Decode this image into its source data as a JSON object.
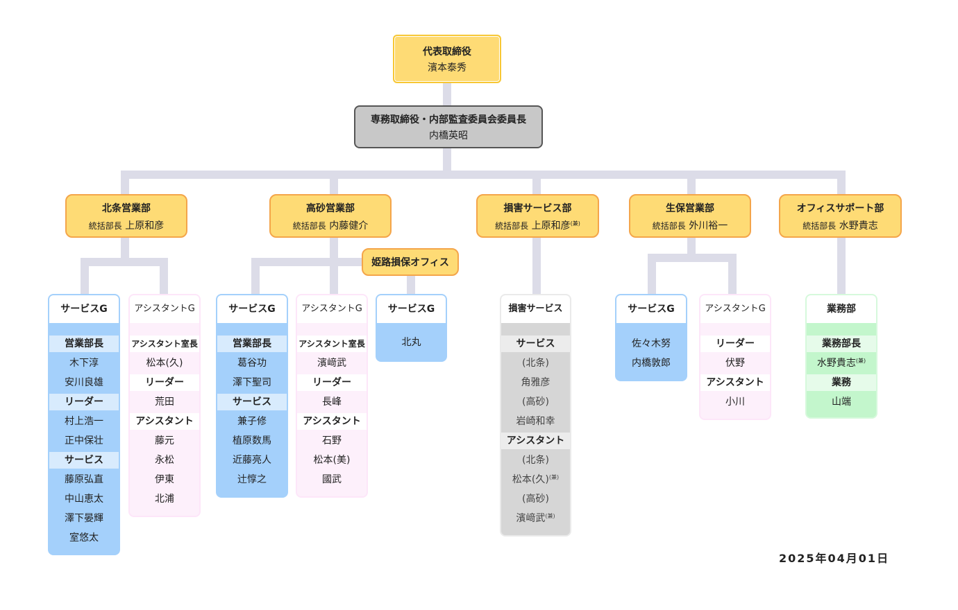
{
  "ceo": {
    "title": "代表取締役",
    "name": "濱本泰秀"
  },
  "executive": {
    "title": "専務取締役・内部監査委員会委員長",
    "name": "内橋英昭"
  },
  "departments": [
    {
      "name": "北条営業部",
      "role": "統括部長",
      "head": "上原和彦",
      "note": ""
    },
    {
      "name": "高砂営業部",
      "role": "統括部長",
      "head": "内藤健介",
      "note": ""
    },
    {
      "name": "損害サービス部",
      "role": "統括部長",
      "head": "上原和彦",
      "note": "兼"
    },
    {
      "name": "生保営業部",
      "role": "統括部長",
      "head": "外川裕一",
      "note": ""
    },
    {
      "name": "オフィスサポート部",
      "role": "統括部長",
      "head": "水野貴志",
      "note": ""
    }
  ],
  "office": "姫路損保オフィス",
  "groups": {
    "hojo_service": {
      "title": "サービスG",
      "sections": [
        {
          "label": "営業部長",
          "members": [
            "木下淳",
            "安川良雄"
          ]
        },
        {
          "label": "リーダー",
          "members": [
            "村上浩一",
            "正中保壮"
          ]
        },
        {
          "label": "サービス",
          "members": [
            "藤原弘直",
            "中山恵太",
            "澤下晏輝",
            "室悠太"
          ]
        }
      ]
    },
    "hojo_assist": {
      "title": "アシスタントG",
      "sections": [
        {
          "label": "アシスタント室長",
          "members": [
            "松本(久)"
          ]
        },
        {
          "label": "リーダー",
          "members": [
            "荒田"
          ]
        },
        {
          "label": "アシスタント",
          "members": [
            "藤元",
            "永松",
            "伊東",
            "北浦"
          ]
        }
      ]
    },
    "taka_service": {
      "title": "サービスG",
      "sections": [
        {
          "label": "営業部長",
          "members": [
            "葛谷功",
            "澤下聖司"
          ]
        },
        {
          "label": "サービス",
          "members": [
            "兼子修",
            "植原数馬",
            "近藤亮人",
            "辻惇之"
          ]
        }
      ]
    },
    "taka_assist": {
      "title": "アシスタントG",
      "sections": [
        {
          "label": "アシスタント室長",
          "members": [
            "濱﨑武"
          ]
        },
        {
          "label": "リーダー",
          "members": [
            "長峰"
          ]
        },
        {
          "label": "アシスタント",
          "members": [
            "石野",
            "松本(美)",
            "國武"
          ]
        }
      ]
    },
    "himeji_service": {
      "title": "サービスG",
      "members": [
        "北丸"
      ]
    },
    "songai": {
      "title": "損害サービス",
      "sections": [
        {
          "label": "サービス",
          "members": [
            "(北条)",
            "角雅彦",
            "(高砂)",
            "岩崎和幸"
          ]
        },
        {
          "label": "アシスタント",
          "members": [
            "(北条)",
            "松本(久)",
            "(高砂)",
            "濱﨑武"
          ]
        }
      ],
      "concurrent_mark": "兼"
    },
    "seiho_service": {
      "title": "サービスG",
      "members": [
        "佐々木努",
        "内橋敦郎"
      ]
    },
    "seiho_assist": {
      "title": "アシスタントG",
      "sections": [
        {
          "label": "リーダー",
          "members": [
            "伏野"
          ]
        },
        {
          "label": "アシスタント",
          "members": [
            "小川"
          ]
        }
      ]
    },
    "office_support": {
      "title": "業務部",
      "sections": [
        {
          "label": "業務部長",
          "members": [
            "水野貴志"
          ]
        },
        {
          "label": "業務",
          "members": [
            "山端"
          ]
        }
      ],
      "concurrent_mark": "兼"
    }
  },
  "date": "2025年04月01日",
  "colors": {
    "ceo": "#fedb75",
    "executive": "#c8c8c8",
    "department": "#fedb75",
    "service": "#a4d0fb",
    "assistant": "#fdf0fb",
    "songai": "#d6d6d6",
    "office": "#c3f6cc",
    "connector": "#dcdce8"
  }
}
